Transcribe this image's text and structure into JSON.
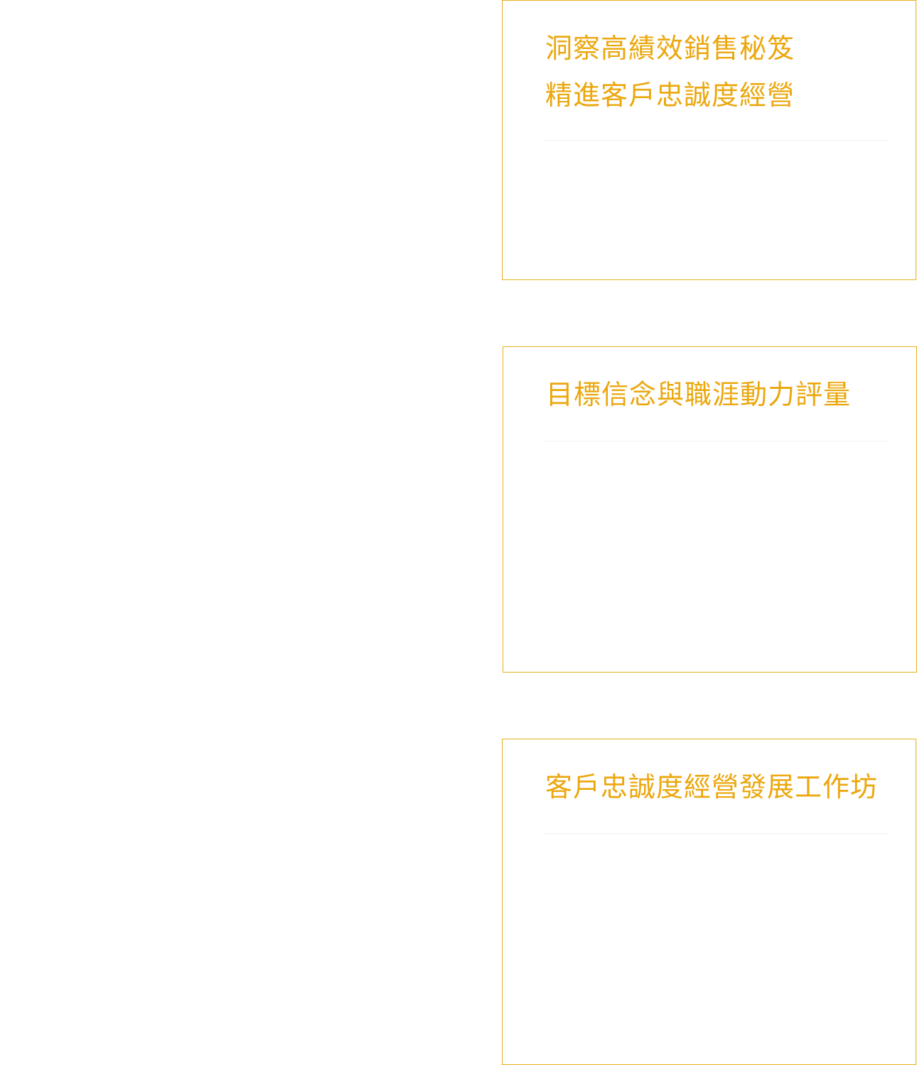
{
  "cards": [
    {
      "title_lines": [
        "洞察高績效銷售秘笈",
        "精進客戶忠誠度經營"
      ]
    },
    {
      "title_lines": [
        "目標信念與職涯動力評量"
      ]
    },
    {
      "title_lines": [
        "客戶忠誠度經營發展工作坊"
      ]
    }
  ],
  "colors": {
    "accent": "#eba70d",
    "border": "#e8b020",
    "divider": "#f3f0ea",
    "background": "#ffffff"
  }
}
